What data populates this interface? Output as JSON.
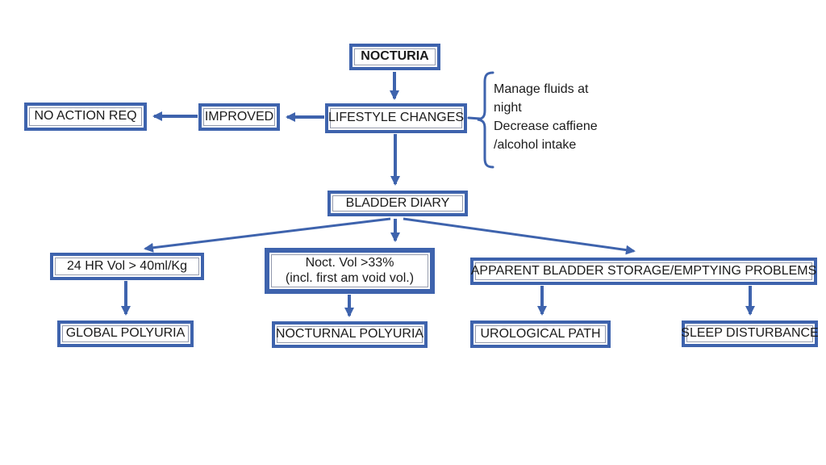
{
  "colors": {
    "accent": "#3e63ad",
    "text": "#1b1b1b",
    "background": "#ffffff"
  },
  "nodes": {
    "nocturia": {
      "label": "NOCTURIA"
    },
    "lifestyle_changes": {
      "label": "LIFESTYLE CHANGES"
    },
    "improved": {
      "label": "IMPROVED"
    },
    "no_action_req": {
      "label": "NO ACTION REQ"
    },
    "bladder_diary": {
      "label": "BLADDER DIARY"
    },
    "vol_24hr": {
      "label": "24 HR Vol > 40ml/Kg"
    },
    "noct_vol": {
      "line1": "Noct. Vol >33%",
      "line2": "(incl. first am void vol.)"
    },
    "apparent_problems": {
      "label": "APPARENT BLADDER STORAGE/EMPTYING PROBLEMS"
    },
    "global_polyuria": {
      "label": "GLOBAL POLYURIA"
    },
    "nocturnal_polyuria": {
      "label": "NOCTURNAL POLYURIA"
    },
    "urological_path": {
      "label": "UROLOGICAL PATH"
    },
    "sleep_disturbance": {
      "label": "SLEEP DISTURBANCE"
    }
  },
  "annotation": {
    "lines": [
      "Manage fluids at",
      "night",
      "Decrease caffiene",
      "/alcohol intake"
    ]
  },
  "edges": [
    {
      "from": "NOCTURIA",
      "to": "LIFESTYLE CHANGES"
    },
    {
      "from": "LIFESTYLE CHANGES",
      "to": "IMPROVED"
    },
    {
      "from": "IMPROVED",
      "to": "NO ACTION REQ"
    },
    {
      "from": "LIFESTYLE CHANGES",
      "to": "BLADDER DIARY"
    },
    {
      "from": "BLADDER DIARY",
      "to": "24 HR Vol > 40ml/Kg"
    },
    {
      "from": "BLADDER DIARY",
      "to": "Noct. Vol >33% (incl. first am void vol.)"
    },
    {
      "from": "BLADDER DIARY",
      "to": "APPARENT BLADDER STORAGE/EMPTYING PROBLEMS"
    },
    {
      "from": "24 HR Vol > 40ml/Kg",
      "to": "GLOBAL POLYURIA"
    },
    {
      "from": "Noct. Vol >33% (incl. first am void vol.)",
      "to": "NOCTURNAL POLYURIA"
    },
    {
      "from": "APPARENT BLADDER STORAGE/EMPTYING PROBLEMS",
      "to": "UROLOGICAL PATH"
    },
    {
      "from": "APPARENT BLADDER STORAGE/EMPTYING PROBLEMS",
      "to": "SLEEP DISTURBANCE"
    },
    {
      "from": "LIFESTYLE CHANGES",
      "to": "Manage fluids at night Decrease caffiene /alcohol intake"
    }
  ]
}
